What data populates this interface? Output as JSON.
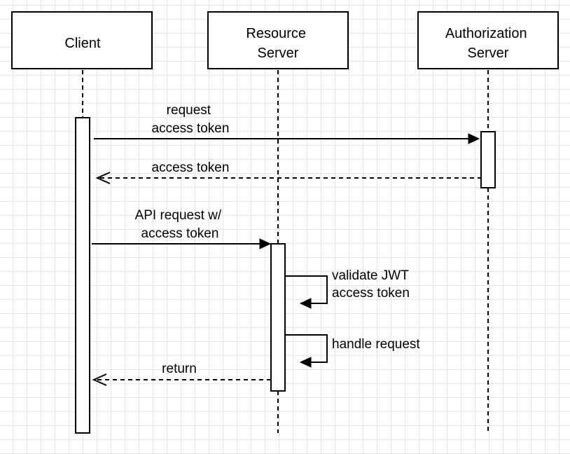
{
  "participants": {
    "client": {
      "label": [
        "Client"
      ]
    },
    "resource_server": {
      "label": [
        "Resource",
        "Server"
      ]
    },
    "authorization_server": {
      "label": [
        "Authorization",
        "Server"
      ]
    }
  },
  "messages": {
    "request_access_token": {
      "label": [
        "request",
        "access token"
      ],
      "style": "solid"
    },
    "access_token": {
      "label": [
        "access token"
      ],
      "style": "dashed-return"
    },
    "api_request": {
      "label": [
        "API request w/",
        "access token"
      ],
      "style": "solid"
    },
    "validate_jwt": {
      "label": [
        "validate JWT",
        "access token"
      ],
      "style": "self-call"
    },
    "handle_request": {
      "label": [
        "handle request"
      ],
      "style": "self-call"
    },
    "return": {
      "label": [
        "return"
      ],
      "style": "dashed-return"
    }
  },
  "colors": {
    "stroke": "#000000",
    "background": "#ffffff",
    "grid": "#e3e3e3"
  }
}
